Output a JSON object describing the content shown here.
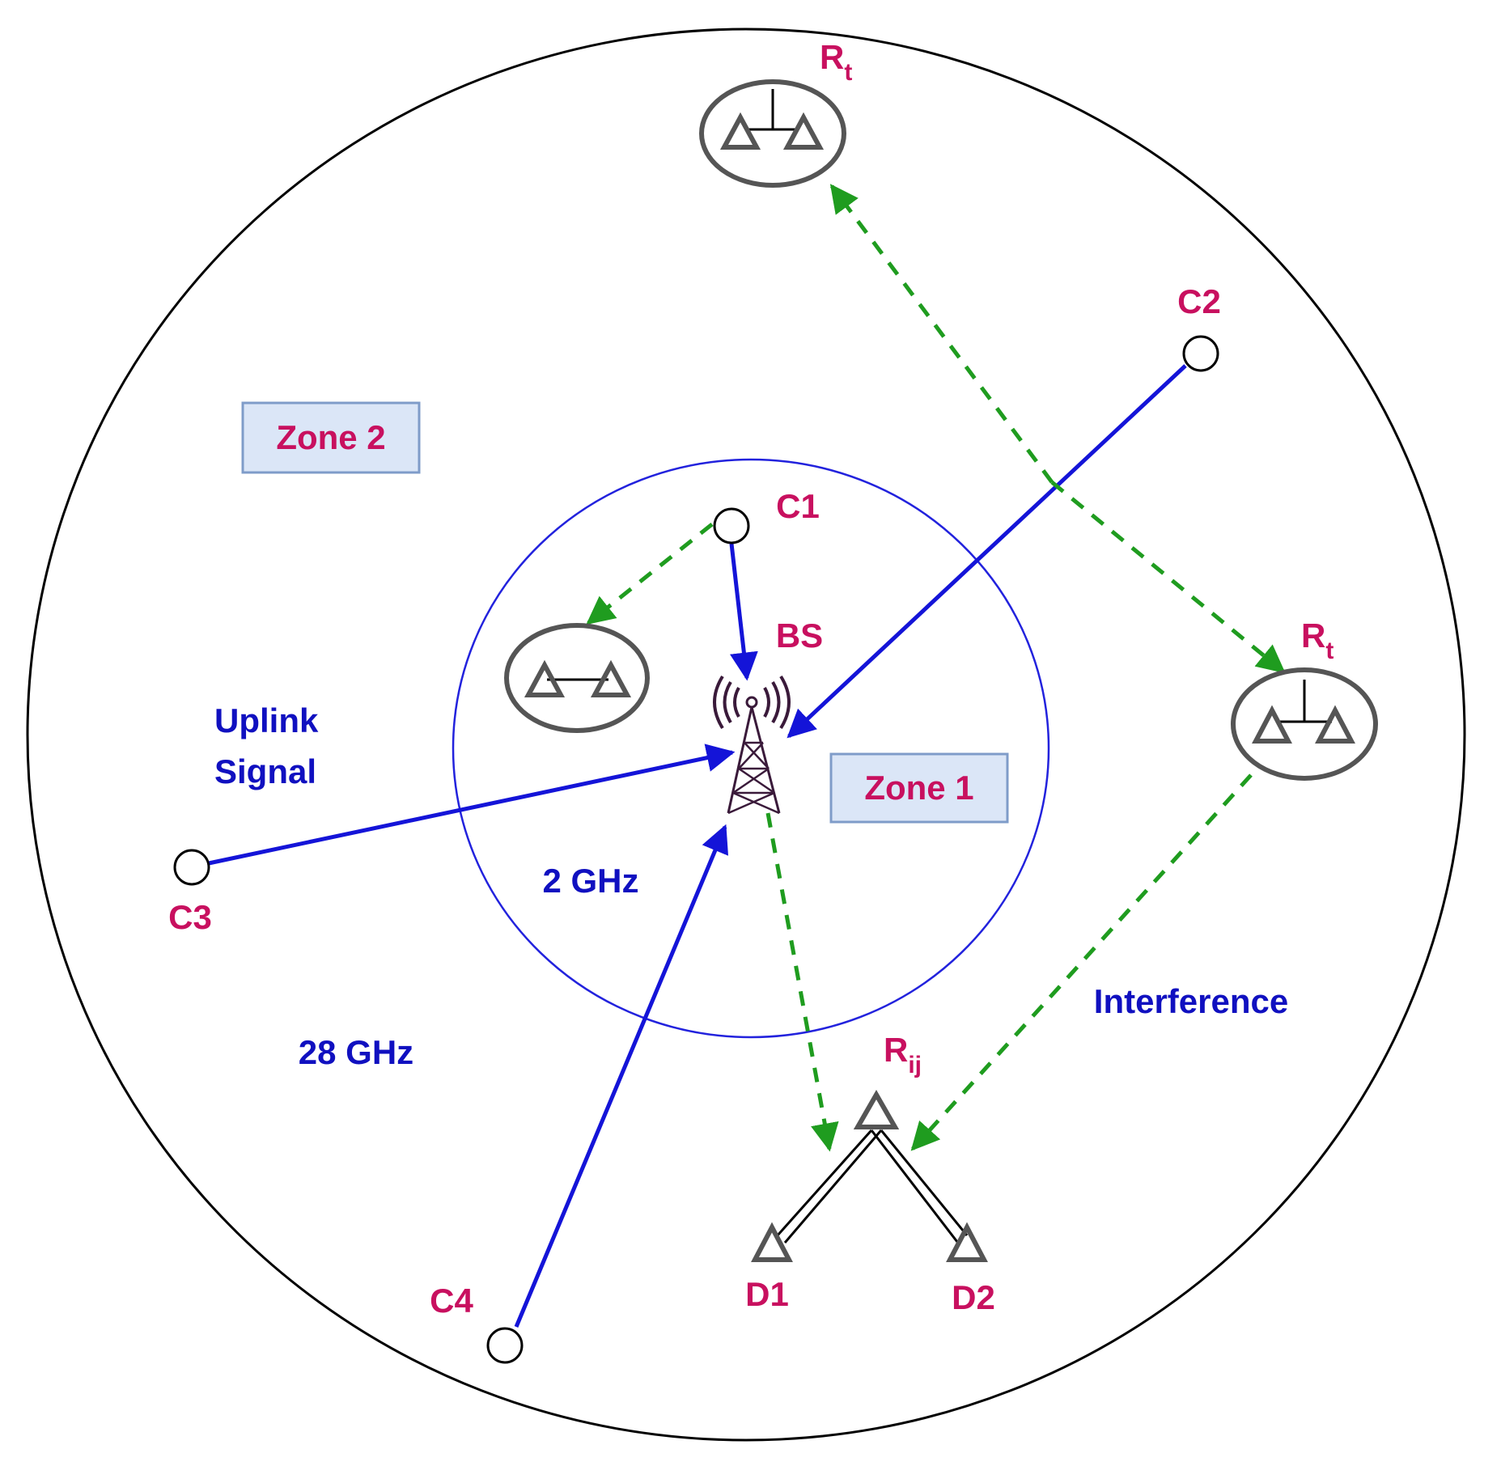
{
  "labels": {
    "relay_top": {
      "main": "R",
      "sub": "t"
    },
    "relay_right": {
      "main": "R",
      "sub": "t"
    },
    "relay_ij": {
      "main": "R",
      "sub": "ij"
    },
    "c1": "C1",
    "c2": "C2",
    "c3": "C3",
    "c4": "C4",
    "d1": "D1",
    "d2": "D2",
    "bs": "BS",
    "zone1": "Zone 1",
    "zone2": "Zone 2",
    "uplink_line1": "Uplink",
    "uplink_line2": "Signal",
    "freq_inner": "2 GHz",
    "freq_outer": "28 GHz",
    "interference": "Interference"
  },
  "colors": {
    "label_pink": "#c8105f",
    "label_blue": "#1010c0",
    "uplink_line": "#1414d8",
    "interference_dash": "#1f9c1f",
    "inner_circle": "#2222dd",
    "zone_box_fill": "#dbe6f7",
    "tower": "#3a1a3a"
  },
  "icons": [
    "cell-tower-icon",
    "relay-antenna-icon",
    "user-node-icon",
    "d2d-antenna-icon"
  ]
}
